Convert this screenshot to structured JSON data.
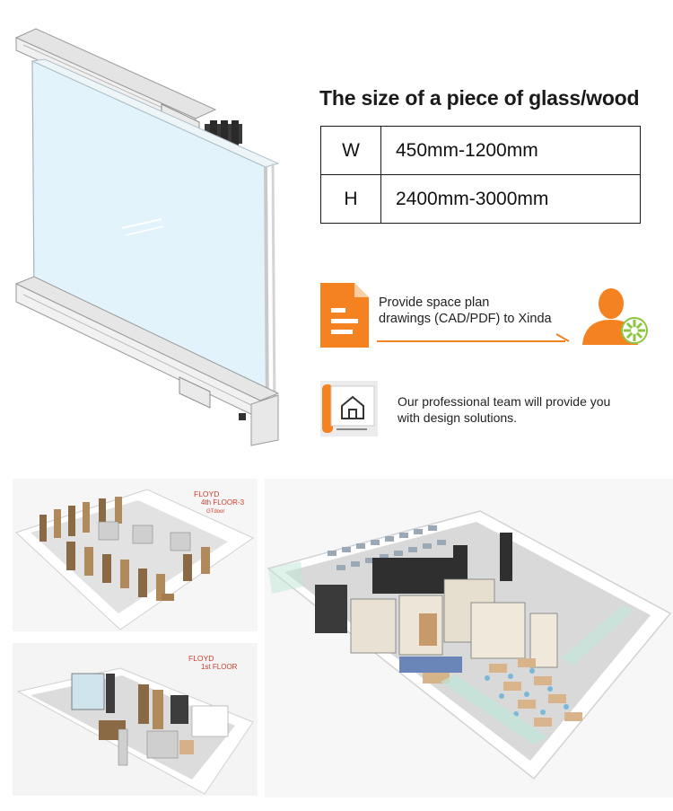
{
  "size_section": {
    "title": "The size of a piece of glass/wood",
    "rows": [
      {
        "dim": "W",
        "value": "450mm-1200mm"
      },
      {
        "dim": "H",
        "value": "2400mm-3000mm"
      }
    ]
  },
  "process": {
    "step1_line1": "Provide space plan",
    "step1_line2": "drawings (CAD/PDF) to Xinda",
    "step2_line1": "Our professional team will provide you",
    "step2_line2": "with design solutions."
  },
  "renderings": {
    "a": {
      "brand": "FLOYD",
      "line2": "4th FLOOR-3",
      "line3": "GTdoor"
    },
    "b": {
      "brand": "FLOYD",
      "line2": "1st FLOOR"
    }
  },
  "colors": {
    "accent_orange": "#f58220",
    "glass_blue": "#dff1fb",
    "frame_gray": "#d9d9d9",
    "label_red": "#d43a2b"
  },
  "icons": {
    "document": "document-icon",
    "person": "person-icon",
    "architect": "architect-plan-icon",
    "arrow": "arrow-right-icon"
  }
}
